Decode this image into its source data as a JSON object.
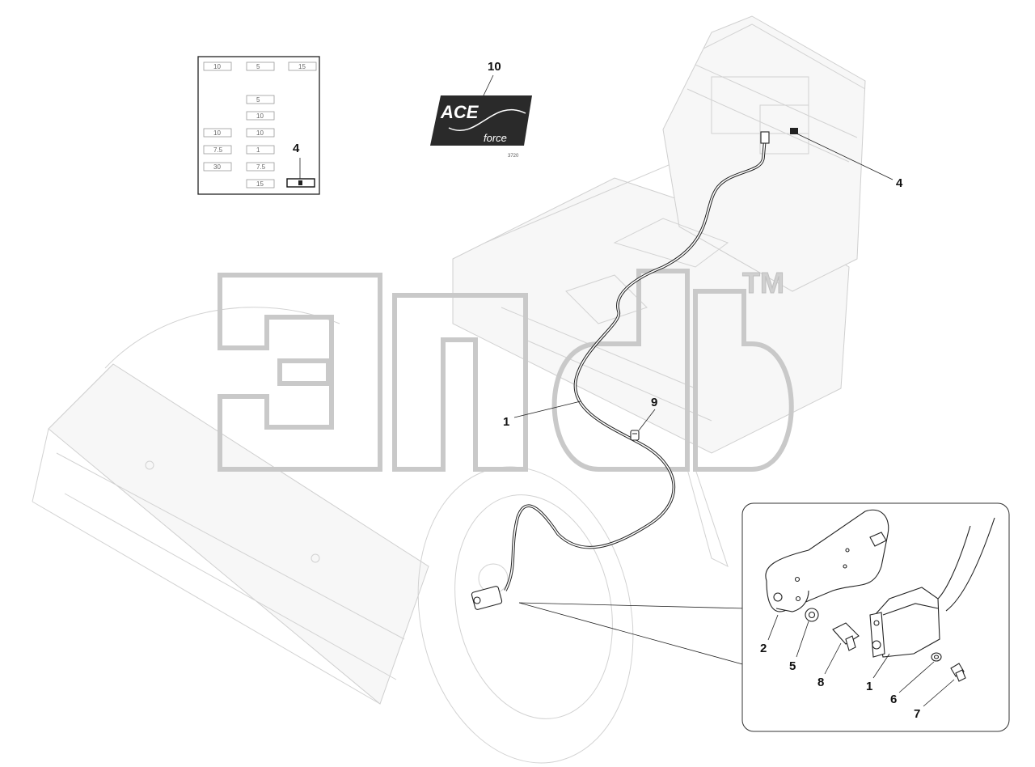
{
  "fuse_panel": {
    "rows": [
      [
        "10",
        "5",
        "15"
      ],
      [
        "",
        "5",
        ""
      ],
      [
        "",
        "10",
        ""
      ],
      [
        "10",
        "10",
        ""
      ],
      [
        "7.5",
        "1",
        ""
      ],
      [
        "30",
        "7.5",
        ""
      ],
      [
        "",
        "15",
        ""
      ]
    ],
    "callout": "4"
  },
  "logo": {
    "brand": "ACE",
    "sub": "force",
    "code": "3720",
    "callout": "10"
  },
  "watermark": {
    "trademark": "TM"
  },
  "callouts": {
    "harness": "1",
    "connector": "4",
    "plug": "9"
  },
  "detail": {
    "callouts": [
      "2",
      "5",
      "8",
      "1",
      "6",
      "7"
    ]
  },
  "colors": {
    "line": "#222222",
    "ghost": "#d2d2d2",
    "watermark": "#c9c9c9"
  }
}
